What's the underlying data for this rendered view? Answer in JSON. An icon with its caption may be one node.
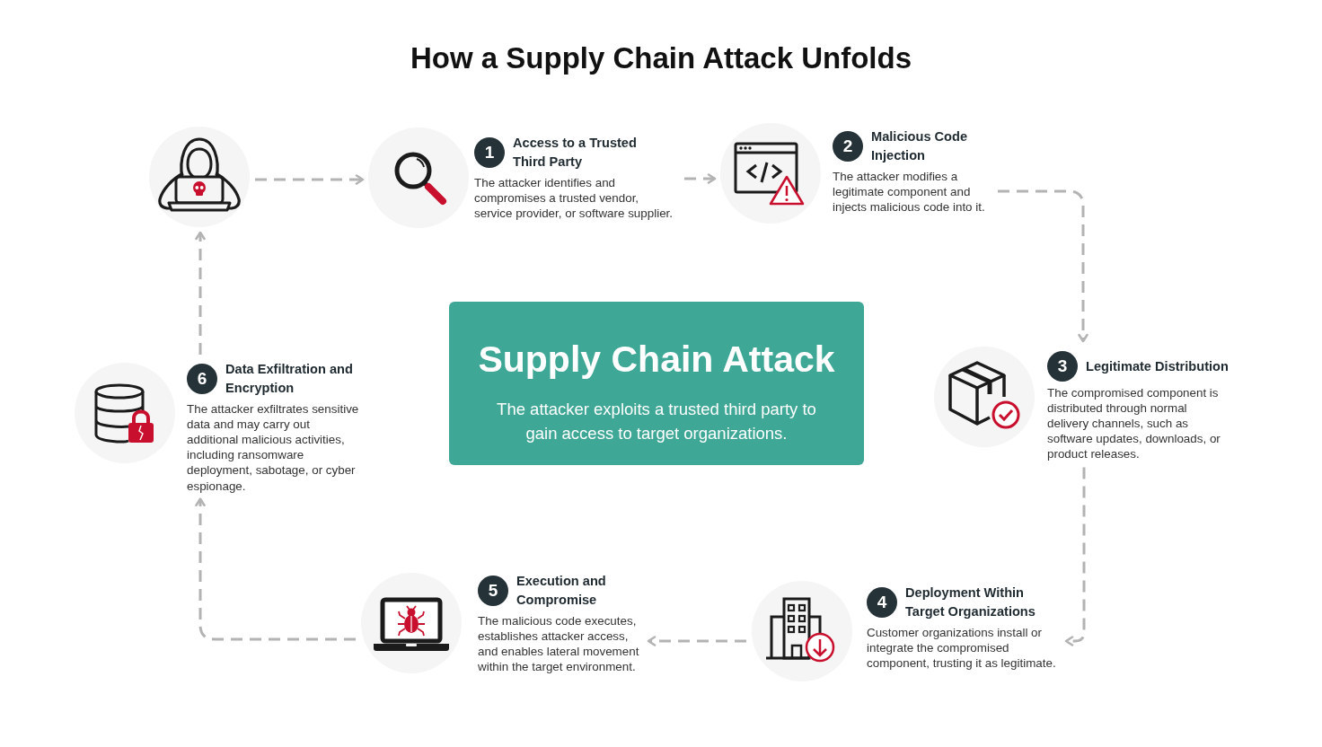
{
  "diagram": {
    "title": "How a Supply Chain Attack Unfolds",
    "nodes": [
      {
        "text": [],
        "shape": "picture"
      },
      {
        "text": [
          "1",
          "Access to a Trusted Third Party",
          "The attacker identifies and compromises a trusted vendor, service provider, or software supplier."
        ]
      },
      {
        "text": [
          "2",
          "Malicious Code Injection",
          "The attacker modifies a legitimate component and injects malicious code into it."
        ]
      },
      {
        "text": [
          "3",
          "Legitimate Distribution",
          "The compromised component is distributed through normal delivery channels, such as software updates, downloads, or product releases."
        ]
      },
      {
        "text": [
          "4",
          "Deployment Within Target Organizations",
          "Customer organizations install or integrate the compromised component, trusting it as legitimate."
        ]
      },
      {
        "text": [
          "5",
          "Execution and Compromise",
          "The malicious code executes, establishes attacker access, and enables lateral movement within the target environment."
        ]
      },
      {
        "text": [
          "6",
          "Data Exfiltration and Encryption",
          "The attacker exfiltrates sensitive data and may carry out additional malicious activities, including ransomware deployment, sabotage, or cyber espionage."
        ]
      },
      {
        "text": [
          "Supply Chain Attack",
          "The attacker exploits a trusted third party to gain access to target organizations."
        ]
      }
    ],
    "edges": [
      {
        "from": 0,
        "to": 1,
        "arrow": "to",
        "style": "dashed"
      },
      {
        "from": 1,
        "to": 2,
        "arrow": "to",
        "style": "dashed"
      },
      {
        "from": 2,
        "to": 3,
        "arrow": "to",
        "style": "dashed"
      },
      {
        "from": 3,
        "to": 4,
        "arrow": "to",
        "style": "dashed"
      },
      {
        "from": 4,
        "to": 5,
        "arrow": "to",
        "style": "dashed"
      },
      {
        "from": 5,
        "to": 6,
        "arrow": "to",
        "style": "dashed"
      },
      {
        "from": 6,
        "to": 0,
        "arrow": "to",
        "style": "dashed"
      }
    ]
  }
}
